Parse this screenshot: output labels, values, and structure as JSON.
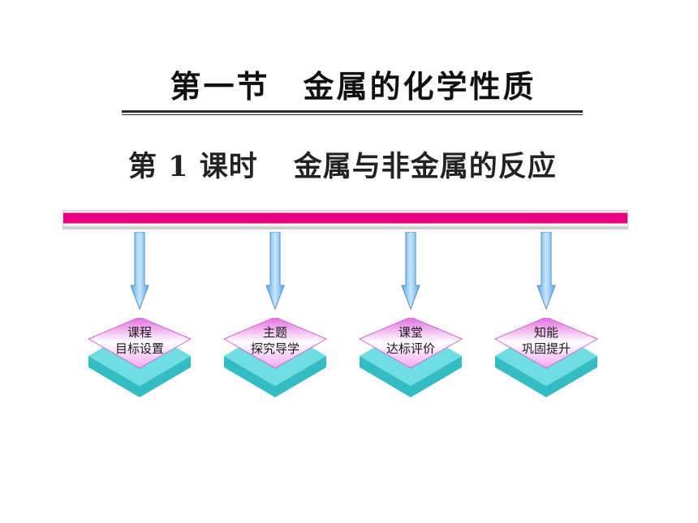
{
  "title": "第一节　金属的化学性质",
  "subtitle": {
    "lesson": "第 1 课时",
    "topic": "金属与非金属的反应"
  },
  "colors": {
    "bar": "#e8007c",
    "tile_top": "#f5a8ee",
    "tile_base": "#3cc4cc",
    "arrow": "#86c3ef"
  },
  "sections": [
    {
      "line1": "课程",
      "line2": "目标设置",
      "arrow_icon": "down-arrow-icon"
    },
    {
      "line1": "主题",
      "line2": "探究导学",
      "arrow_icon": "down-arrow-icon"
    },
    {
      "line1": "课堂",
      "line2": "达标评价",
      "arrow_icon": "down-arrow-icon"
    },
    {
      "line1": "知能",
      "line2": "巩固提升",
      "arrow_icon": "down-arrow-icon"
    }
  ]
}
